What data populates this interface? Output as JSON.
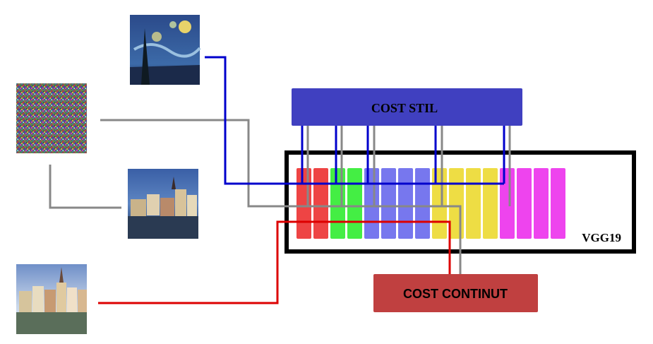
{
  "labels": {
    "style_cost": "COST STIL",
    "content_cost": "COST CONTINUT",
    "network": "VGG19"
  },
  "colors": {
    "style_cost_box": "#4040c0",
    "content_cost_box": "#c04040",
    "network_frame": "#000000",
    "style_wire": "#0000cc",
    "content_wire": "#dd0000",
    "generated_wire": "#888888"
  },
  "layer_groups": [
    {
      "color": "#ee4444",
      "count": 2
    },
    {
      "color": "#44ee44",
      "count": 2
    },
    {
      "color": "#7777ee",
      "count": 4
    },
    {
      "color": "#eedd44",
      "count": 4
    },
    {
      "color": "#ee44ee",
      "count": 4
    }
  ],
  "images": [
    {
      "name": "style-image",
      "description_icon": "starry-night-image"
    },
    {
      "name": "noise-image",
      "description_icon": "noise-image"
    },
    {
      "name": "generated-image",
      "description_icon": "stylized-town-image"
    },
    {
      "name": "content-image",
      "description_icon": "town-photo-image"
    }
  ]
}
